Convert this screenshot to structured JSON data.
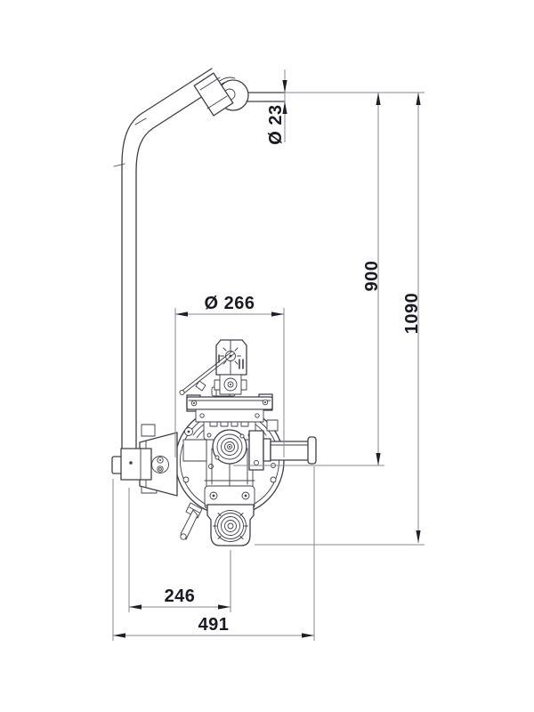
{
  "drawing": {
    "kind": "dimensioned technical line drawing",
    "view": "side elevation of a machine head on a bent support mast"
  },
  "colors": {
    "background": "#ffffff",
    "line": "#3f3f47",
    "dimension_line": "#8a8a92",
    "arrow": "#1e1e2a",
    "text": "#1a1a22"
  },
  "dimensions": {
    "rod_diameter": {
      "label": "Ø 23",
      "value": 23
    },
    "height_to_hub": {
      "label": "900",
      "value": 900
    },
    "height_to_base": {
      "label": "1090",
      "value": 1090
    },
    "housing_diameter": {
      "label": "Ø 266",
      "value": 266
    },
    "mast_to_shaft": {
      "label": "246",
      "value": 246
    },
    "overall_width": {
      "label": "491",
      "value": 491
    }
  }
}
